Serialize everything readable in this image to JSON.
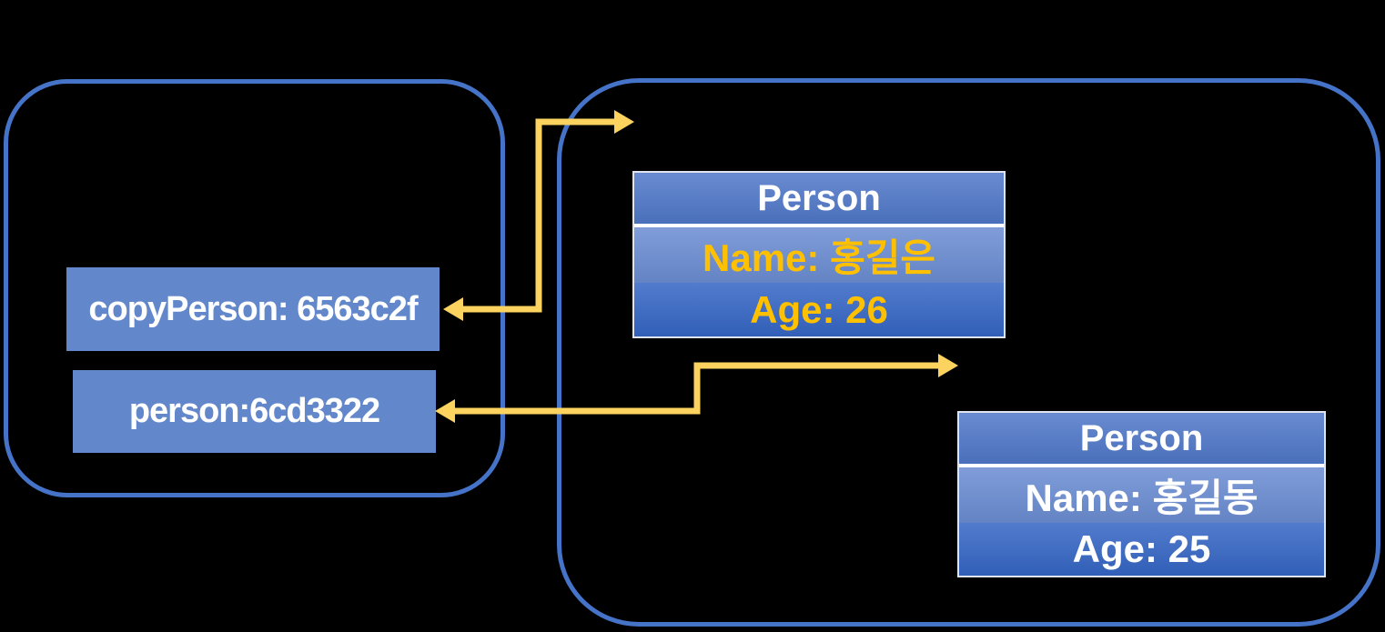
{
  "stack": {
    "variables": [
      {
        "label": "copyPerson: 6563c2f"
      },
      {
        "label": "person:6cd3322"
      }
    ]
  },
  "heap": {
    "objects": [
      {
        "title": "Person",
        "name_field": "Name: 홍길은",
        "age_field": "Age: 26",
        "value_text_color": "#FFC000"
      },
      {
        "title": "Person",
        "name_field": "Name: 홍길동",
        "age_field": "Age: 25",
        "value_text_color": "#FFFFFF"
      }
    ]
  },
  "arrows": [
    {
      "name": "copyPerson-reference-arrow",
      "double_headed": true
    },
    {
      "name": "person-reference-arrow",
      "double_headed": true
    }
  ],
  "colors": {
    "container_border": "#4573C8",
    "stack_box_fill": "#6287CB",
    "card_header": "#5078C9",
    "card_name_row": "#6B8DD3",
    "card_age_row": "#3566C5",
    "arrow": "#FCD35F",
    "gold_text": "#FFC000",
    "white_text": "#FFFFFF",
    "background": "#000000"
  }
}
